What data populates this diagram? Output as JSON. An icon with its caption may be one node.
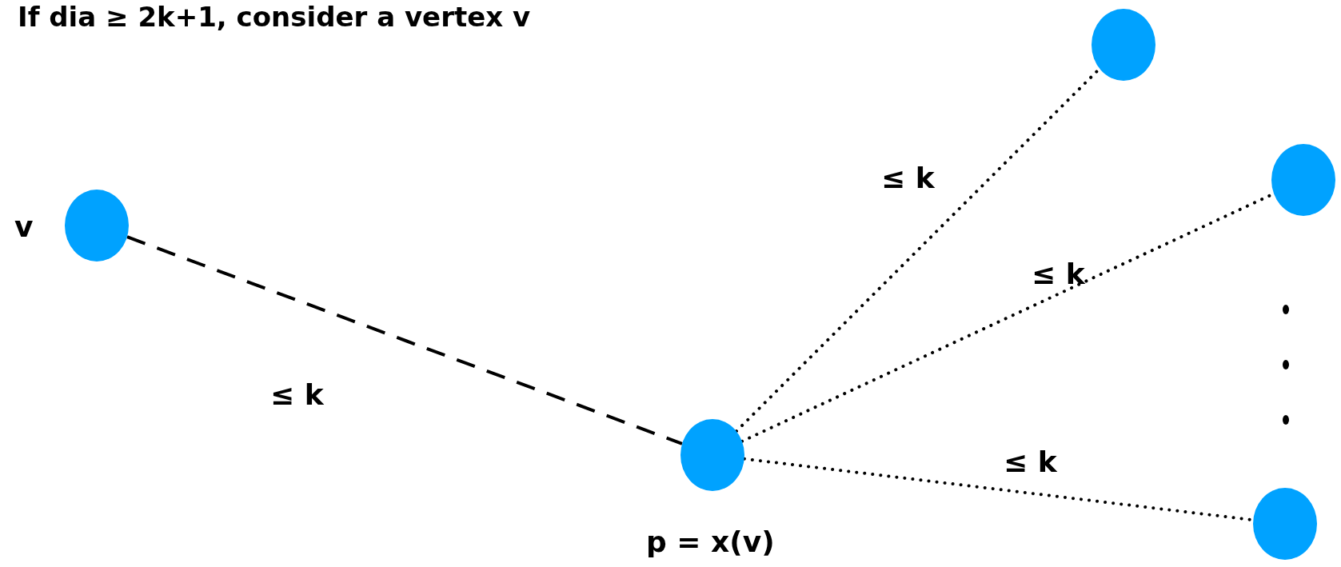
{
  "diagram": {
    "title": "If dia ≥ 2k+1, consider a vertex v",
    "nodes": [
      {
        "text": [],
        "shape": "circle",
        "beside": [
          "v"
        ]
      },
      {
        "text": [],
        "shape": "circle",
        "beside": [
          "p = x(v)"
        ]
      },
      {
        "text": [],
        "shape": "circle"
      },
      {
        "text": [],
        "shape": "circle"
      },
      {
        "text": [],
        "shape": "circle"
      }
    ],
    "edges": [
      {
        "from": 0,
        "to": 1,
        "arrow": "none",
        "label": "≤ k",
        "style": "dashed"
      },
      {
        "from": 1,
        "to": 2,
        "arrow": "none",
        "label": "≤ k"
      },
      {
        "from": 1,
        "to": 3,
        "arrow": "none",
        "label": "≤ k"
      },
      {
        "from": 1,
        "to": 4,
        "arrow": "none",
        "label": "≤ k"
      }
    ]
  }
}
